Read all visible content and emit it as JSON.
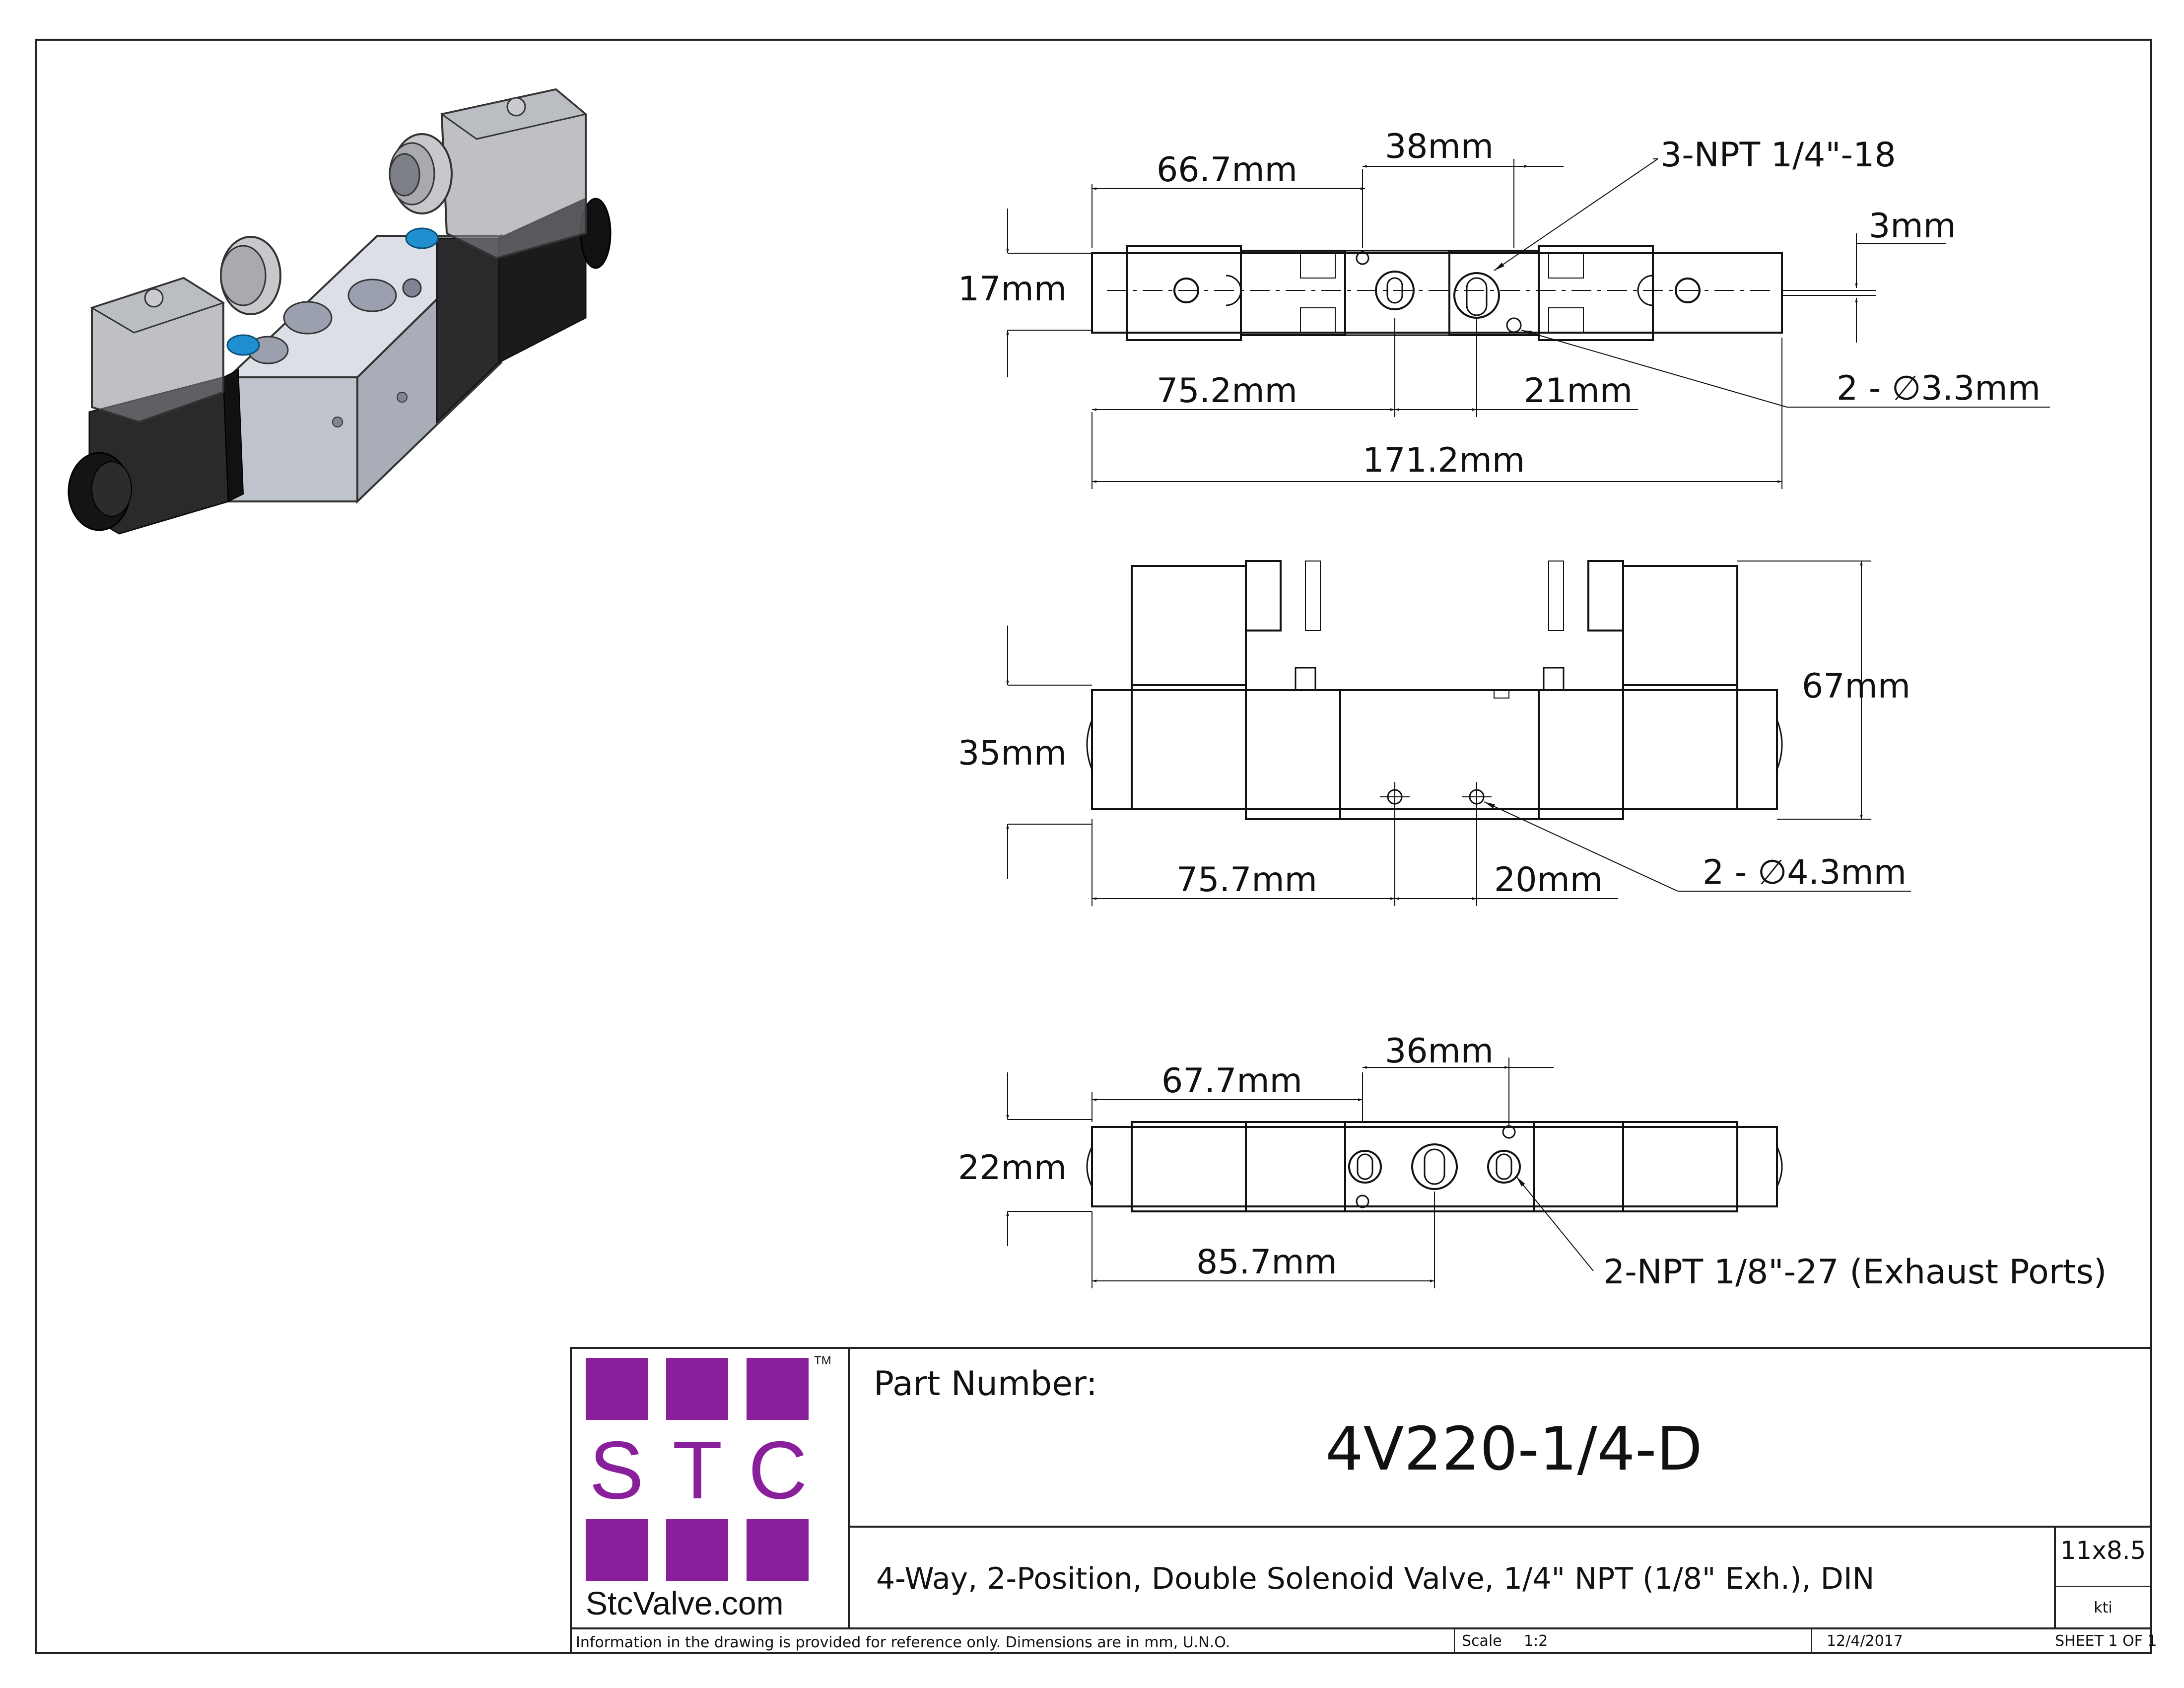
{
  "drawing": {
    "top_view": {
      "dims": {
        "d66_7": "66.7mm",
        "d38": "38mm",
        "thread": "3-NPT 1/4\"-18",
        "d3": "3mm",
        "d17": "17mm",
        "d75_2": "75.2mm",
        "d21": "21mm",
        "holes": "2 - ∅3.3mm",
        "d171_2": "171.2mm"
      }
    },
    "front_view": {
      "dims": {
        "d67": "67mm",
        "d35": "35mm",
        "d75_7": "75.7mm",
        "d20": "20mm",
        "holes": "2 - ∅4.3mm"
      }
    },
    "bottom_view": {
      "dims": {
        "d36": "36mm",
        "d67_7": "67.7mm",
        "d22": "22mm",
        "d85_7": "85.7mm",
        "exhaust": "2-NPT 1/8\"-27 (Exhaust Ports)"
      }
    }
  },
  "title_block": {
    "logo": {
      "letters": [
        "S",
        "T",
        "C"
      ],
      "tm": "TM",
      "site": "StcValve.com",
      "color": "#8a1f9b"
    },
    "part_number_label": "Part Number:",
    "part_number": "4V220-1/4-D",
    "description": "4-Way, 2-Position, Double Solenoid Valve, 1/4\" NPT (1/8\" Exh.), DIN",
    "size": "11x8.5",
    "drawn_by": "kti",
    "info": "Information in the drawing is provided for reference only. Dimensions are in mm, U.N.O.",
    "scale_label": "Scale",
    "scale_value": "1:2",
    "date": "12/4/2017",
    "sheet": "SHEET 1 OF 1"
  }
}
